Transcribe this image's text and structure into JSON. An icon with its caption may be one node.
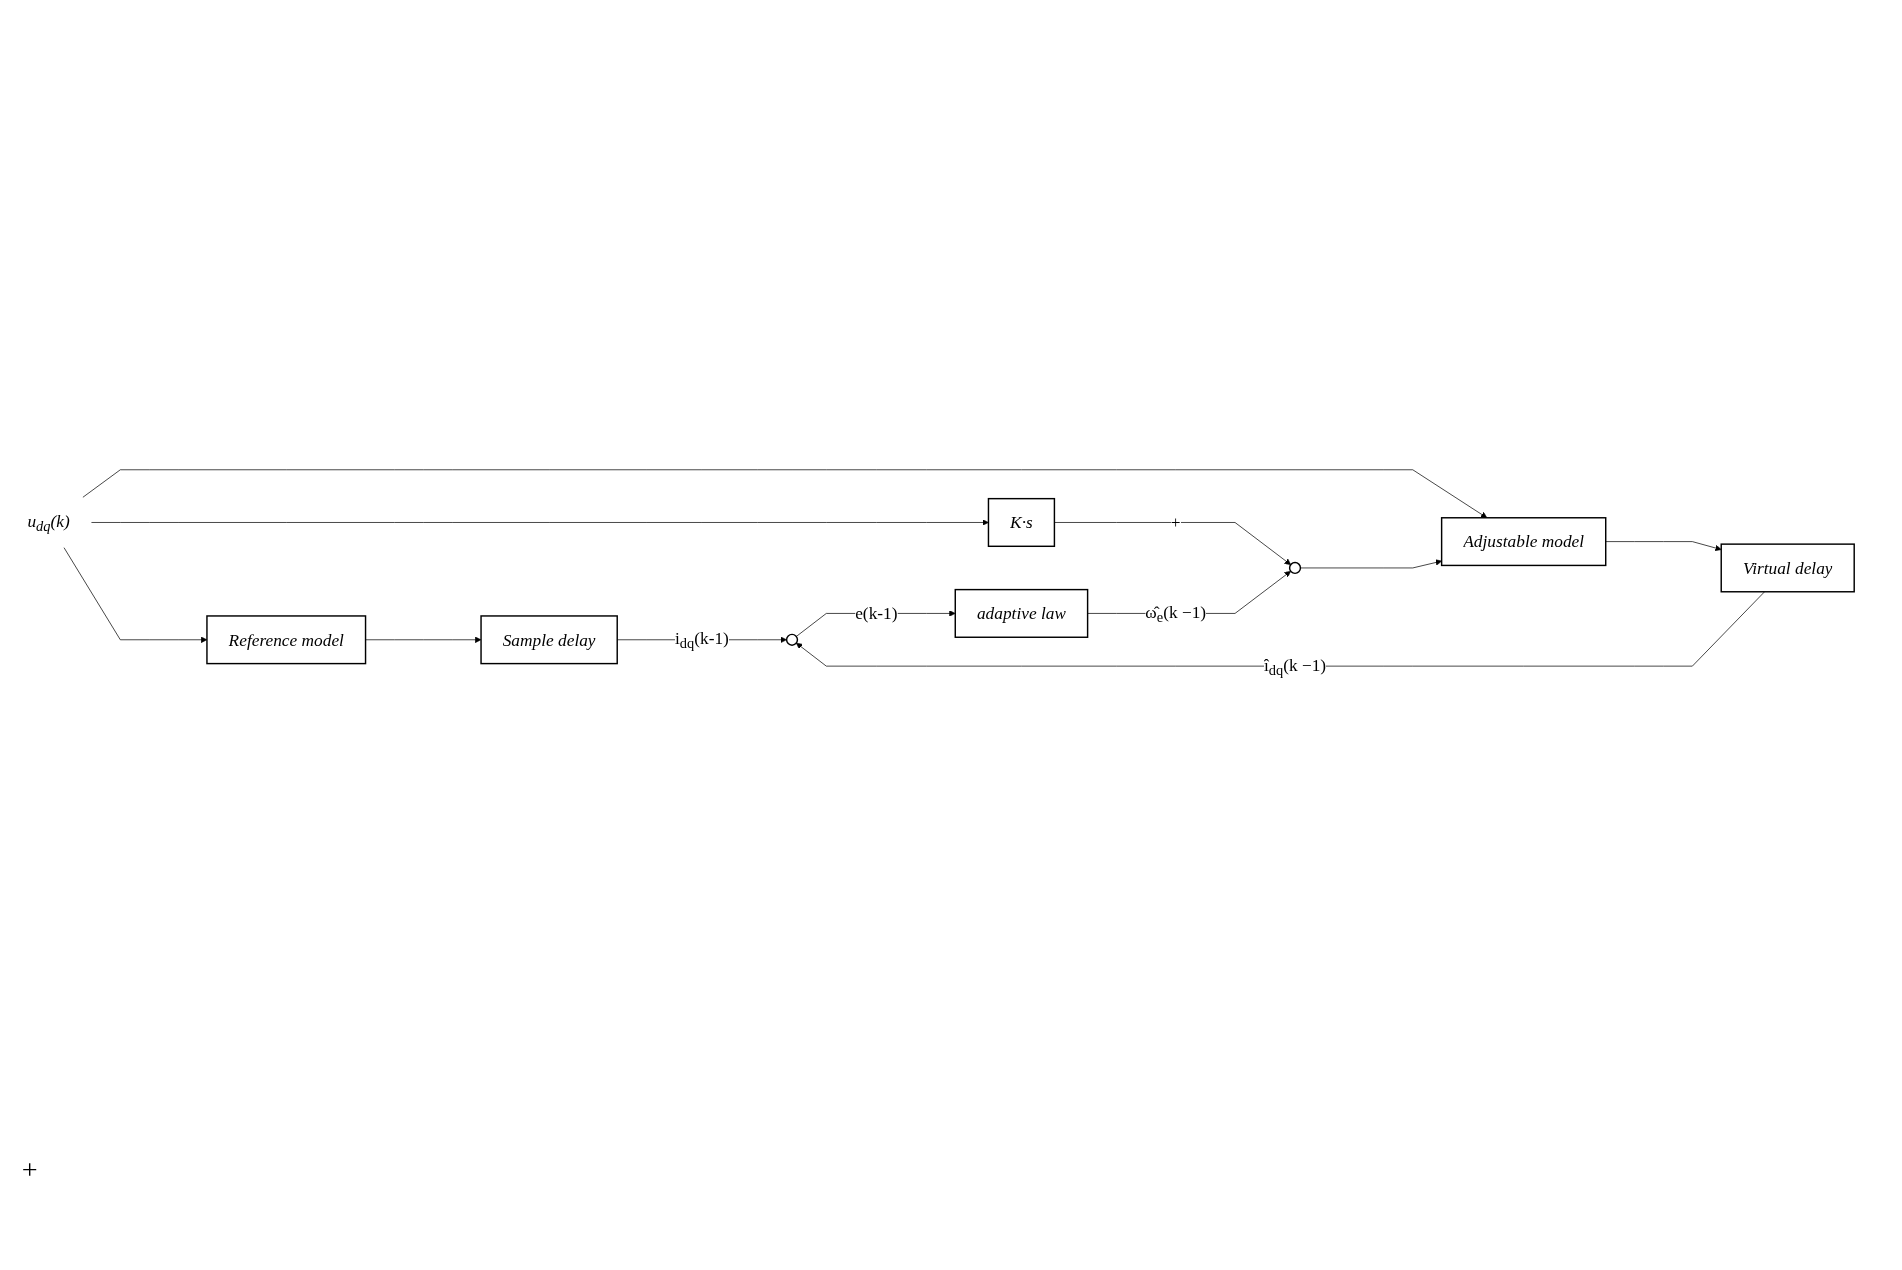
{
  "diagram": {
    "nodes": [
      {
        "text": [
          "u$_{dq}$(k)"
        ]
      },
      {
        "text": [
          "Reference model"
        ]
      },
      {
        "text": [
          "Sample delay"
        ]
      },
      {
        "text": [],
        "shape": "circle"
      },
      {
        "text": [
          "Adjustable model"
        ]
      },
      {
        "text": [
          "Virtual delay"
        ]
      },
      {
        "text": [
          "K·s"
        ]
      },
      {
        "text": [],
        "shape": "circle"
      },
      {
        "text": [
          "adaptive law"
        ]
      }
    ],
    "edges": [
      {
        "from": 0,
        "to": 1,
        "arrow": "to"
      },
      {
        "from": 1,
        "to": 2,
        "arrow": "to"
      },
      {
        "from": 2,
        "to": 3,
        "arrow": "to",
        "label": "i$_{dq}$(k-1)"
      },
      {
        "from": 0,
        "to": 4,
        "arrow": "to"
      },
      {
        "from": 4,
        "to": 5,
        "arrow": "to"
      },
      {
        "from": 5,
        "to": 3,
        "arrow": "to",
        "label": "î$_{dq}$(k −1)"
      },
      {
        "from": 3,
        "to": 8,
        "arrow": "to",
        "label": "e(k-1)"
      },
      {
        "from": 0,
        "to": 6,
        "arrow": "to"
      },
      {
        "from": 6,
        "to": 7,
        "arrow": "to",
        "label": "+"
      },
      {
        "from": 8,
        "to": 7,
        "arrow": "to",
        "label": "ω̂$_{e}$(k −1)"
      },
      {
        "from": 7,
        "to": 4,
        "arrow": "to"
      }
    ],
    "labels": [
      "+"
    ]
  }
}
